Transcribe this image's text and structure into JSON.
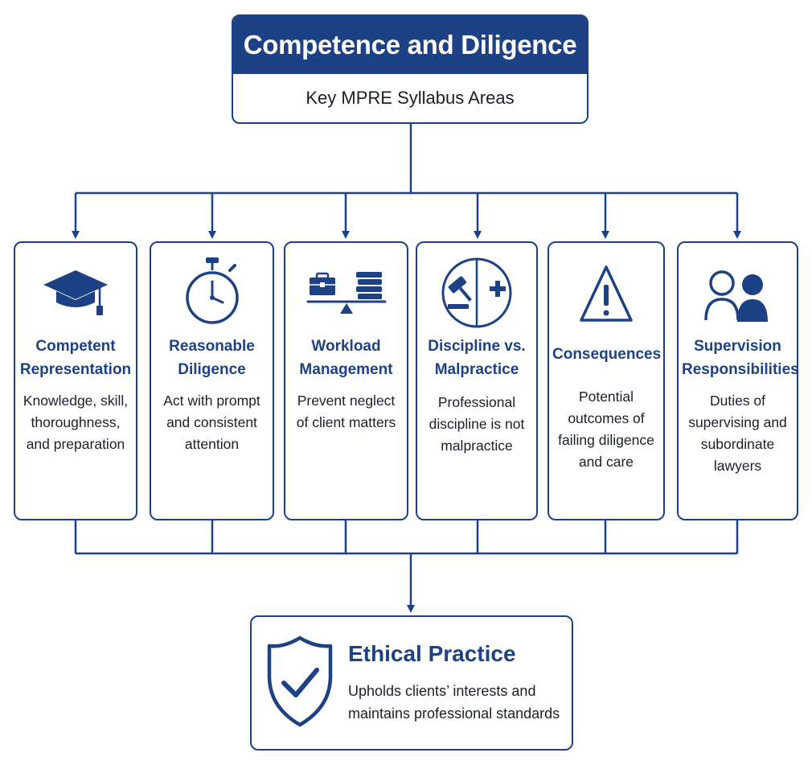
{
  "header": {
    "title": "Competence and Diligence",
    "subtitle": "Key MPRE Syllabus Areas"
  },
  "cards": [
    {
      "icon": "graduation-cap-icon",
      "title_lines": [
        "Competent",
        "Representation"
      ],
      "desc_lines": [
        "Knowledge, skill,",
        "thoroughness,",
        "and preparation"
      ]
    },
    {
      "icon": "stopwatch-icon",
      "title_lines": [
        "Reasonable",
        "Diligence"
      ],
      "desc_lines": [
        "Act with prompt",
        "and consistent",
        "attention"
      ]
    },
    {
      "icon": "workload-scale-icon",
      "title_lines": [
        "Workload",
        "Management"
      ],
      "desc_lines": [
        "Prevent neglect",
        "of client matters"
      ]
    },
    {
      "icon": "gavel-plus-icon",
      "title_lines": [
        "Discipline vs.",
        "Malpractice"
      ],
      "desc_lines": [
        "Professional",
        "discipline is not",
        "malpractice"
      ]
    },
    {
      "icon": "warning-triangle-icon",
      "title_lines": [
        "Consequences"
      ],
      "desc_lines": [
        "Potential",
        "outcomes of",
        "failing diligence",
        "and care"
      ]
    },
    {
      "icon": "supervision-people-icon",
      "title_lines": [
        "Supervision",
        "Responsibilities"
      ],
      "desc_lines": [
        "Duties of",
        "supervising and",
        "subordinate",
        "lawyers"
      ]
    }
  ],
  "footer": {
    "icon": "shield-check-icon",
    "title": "Ethical Practice",
    "desc_lines": [
      "Upholds clients’ interests and",
      "maintains professional standards"
    ]
  },
  "colors": {
    "primary": "#1d4185",
    "text": "#1b1f2a",
    "background": "#ffffff"
  }
}
